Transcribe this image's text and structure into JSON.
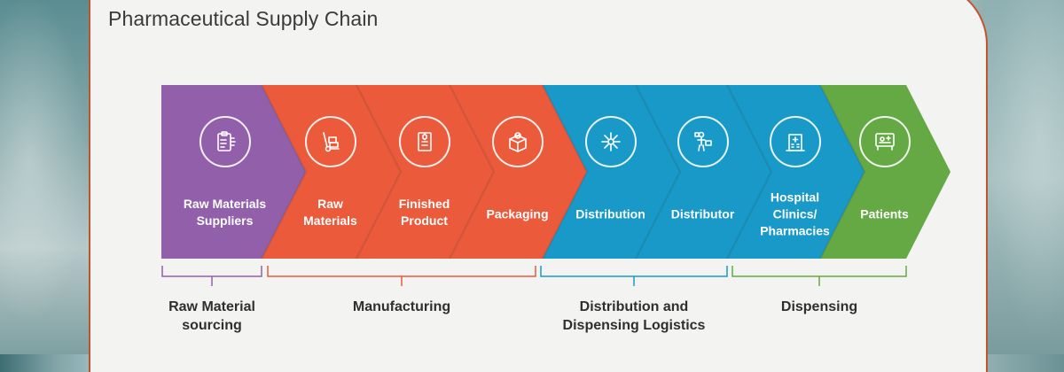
{
  "title": "Pharmaceutical Supply Chain",
  "colors": {
    "purple": "#9260ab",
    "orange": "#ea5a3b",
    "blue": "#1899c8",
    "green": "#65a944",
    "frame": "#c1532f"
  },
  "stages": [
    {
      "label": "Raw Materials\nSuppliers",
      "icon": "clipboard-icon",
      "color": "#9260ab"
    },
    {
      "label": "Raw\nMaterials",
      "icon": "hand-truck-icon",
      "color": "#ea5a3b"
    },
    {
      "label": "Finished\nProduct",
      "icon": "document-icon",
      "color": "#ea5a3b"
    },
    {
      "label": "Packaging",
      "icon": "box-icon",
      "color": "#ea5a3b"
    },
    {
      "label": "Distribution",
      "icon": "network-icon",
      "color": "#1899c8"
    },
    {
      "label": "Distributor",
      "icon": "delivery-person-icon",
      "color": "#1899c8"
    },
    {
      "label": "Hospital\nClinics/\nPharmacies",
      "icon": "hospital-icon",
      "color": "#1899c8"
    },
    {
      "label": "Patients",
      "icon": "patient-bed-icon",
      "color": "#65a944"
    }
  ],
  "groups": [
    {
      "label": "Raw Material\nsourcing",
      "color": "#9260ab"
    },
    {
      "label": "Manufacturing",
      "color": "#ea5a3b"
    },
    {
      "label": "Distribution and\nDispensing Logistics",
      "color": "#1899c8"
    },
    {
      "label": "Dispensing",
      "color": "#65a944"
    }
  ]
}
